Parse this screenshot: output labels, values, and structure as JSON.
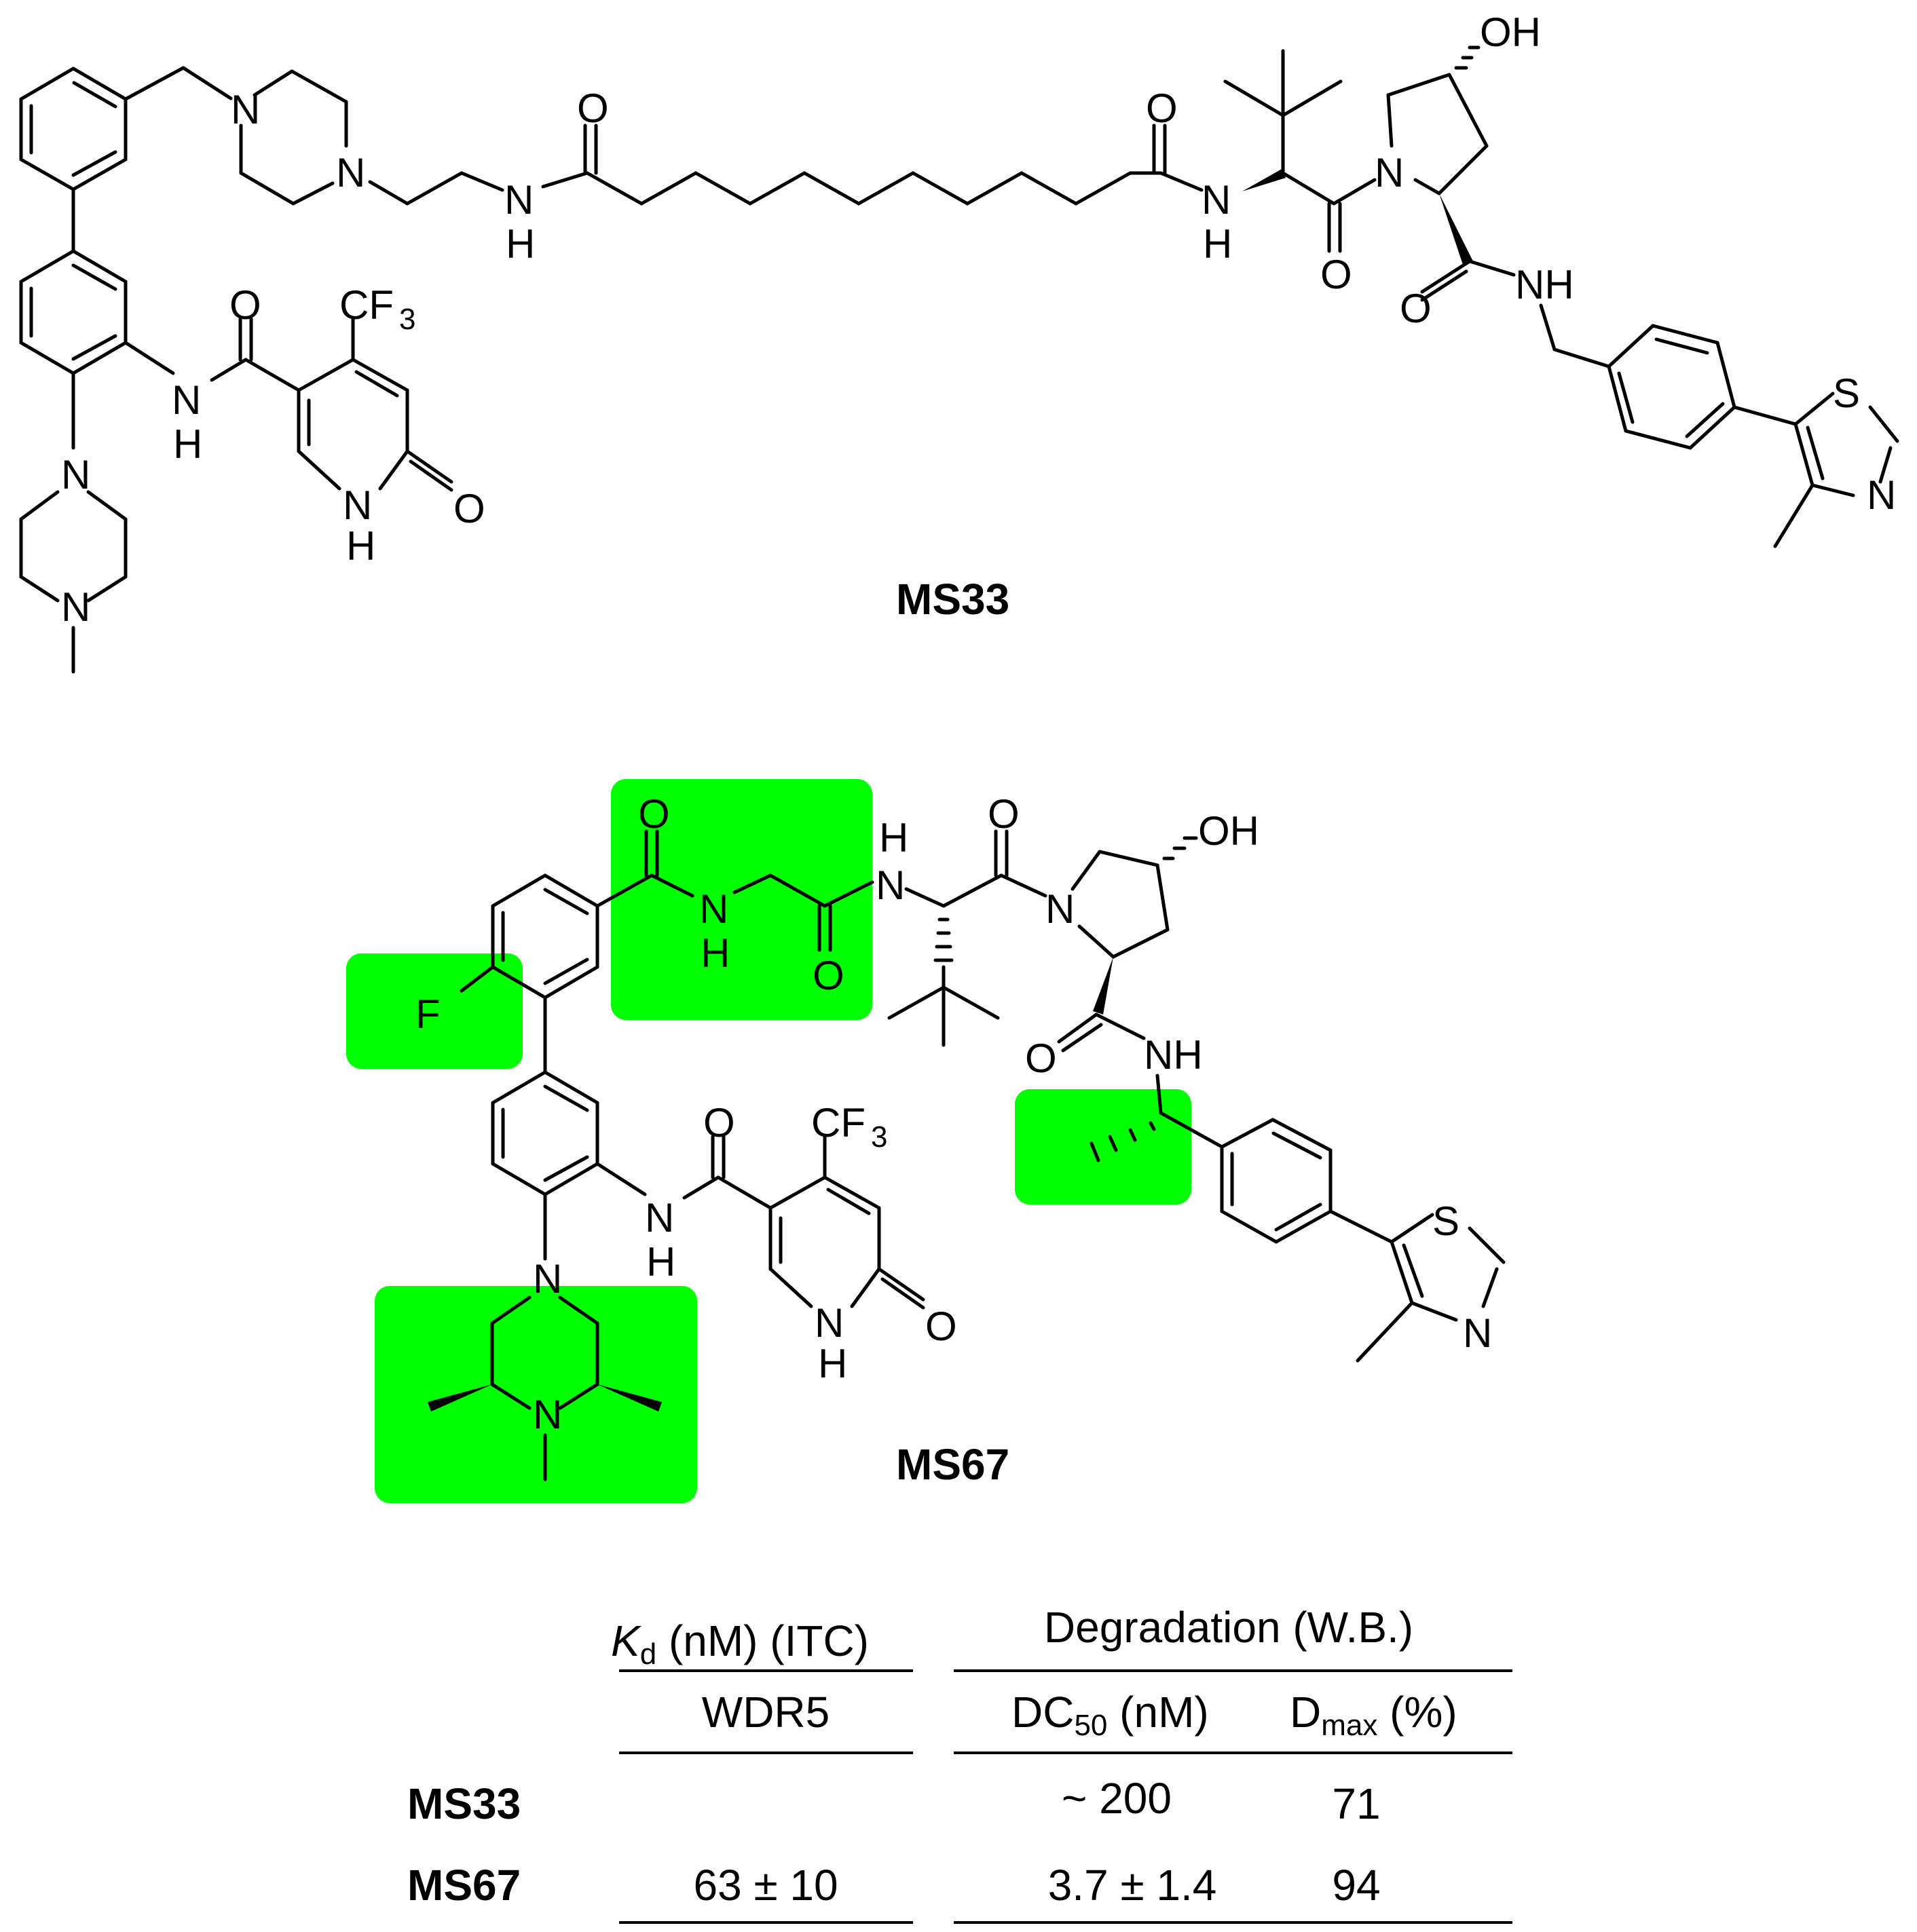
{
  "compounds": {
    "ms33": {
      "name": "MS33"
    },
    "ms67": {
      "name": "MS67"
    }
  },
  "atoms": {
    "N": "N",
    "O": "O",
    "S": "S",
    "F": "F",
    "H": "H",
    "OH": "OH",
    "NH": "NH",
    "CF": "CF",
    "CF_sub": "3"
  },
  "highlight_color": "#00ff00",
  "table": {
    "kd_header": "K",
    "kd_header_sub": "d",
    "kd_header_rest": " (nM) (ITC)",
    "degradation_header": "Degradation (W.B.)",
    "wdr5_header": "WDR5",
    "dc50_header": "DC",
    "dc50_header_sub": "50",
    "dc50_header_rest": " (nM)",
    "dmax_header": "D",
    "dmax_header_sub": "max",
    "dmax_header_rest": " (%)",
    "rows": [
      {
        "compound": "MS33",
        "kd": "",
        "dc50": "~ 200",
        "dmax": "71"
      },
      {
        "compound": "MS67",
        "kd": "63 ± 10",
        "dc50": "3.7 ± 1.4",
        "dmax": "94"
      }
    ]
  }
}
